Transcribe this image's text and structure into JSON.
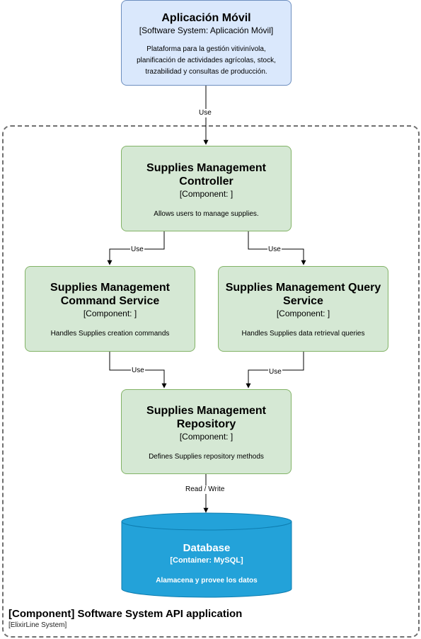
{
  "mobile_app": {
    "title": "Aplicación Móvil",
    "type": "[Software System: Aplicación Móvil]",
    "desc_lines": [
      "Plataforma para la gestión vitivinívola,",
      "planificación de actividades agrícolas, stock,",
      "trazabilidad y consultas de producción."
    ]
  },
  "controller": {
    "title_lines": [
      "Supplies Management",
      "Controller"
    ],
    "type": "[Component: ]",
    "desc": "Allows users to manage supplies."
  },
  "command_service": {
    "title_lines": [
      "Supplies Management",
      "Command Service"
    ],
    "type": "[Component: ]",
    "desc": "Handles Supplies creation commands"
  },
  "query_service": {
    "title_lines": [
      "Supplies Management Query",
      "Service"
    ],
    "type": "[Component: ]",
    "desc": "Handles Supplies data retrieval queries"
  },
  "repository": {
    "title_lines": [
      "Supplies Management",
      "Repository"
    ],
    "type": "[Component: ]",
    "desc": "Defines Supplies repository methods"
  },
  "database": {
    "title": "Database",
    "type": "[Container: MySQL]",
    "desc": "Alamacena y provee los datos"
  },
  "edges": {
    "app_to_controller": "Use",
    "controller_to_command": "Use",
    "controller_to_query": "Use",
    "command_to_repository": "Use",
    "query_to_repository": "Use",
    "repository_to_database": "Read / Write"
  },
  "boundary": {
    "title": "[Component] Software System API application",
    "subtitle": "[ElixirLine System]"
  },
  "colors": {
    "blue_fill": "#dae8fc",
    "blue_stroke": "#6c8ebf",
    "green_fill": "#d5e8d4",
    "green_stroke": "#82b366",
    "db_fill": "#23a2d9",
    "db_stroke": "#0e7db0"
  }
}
